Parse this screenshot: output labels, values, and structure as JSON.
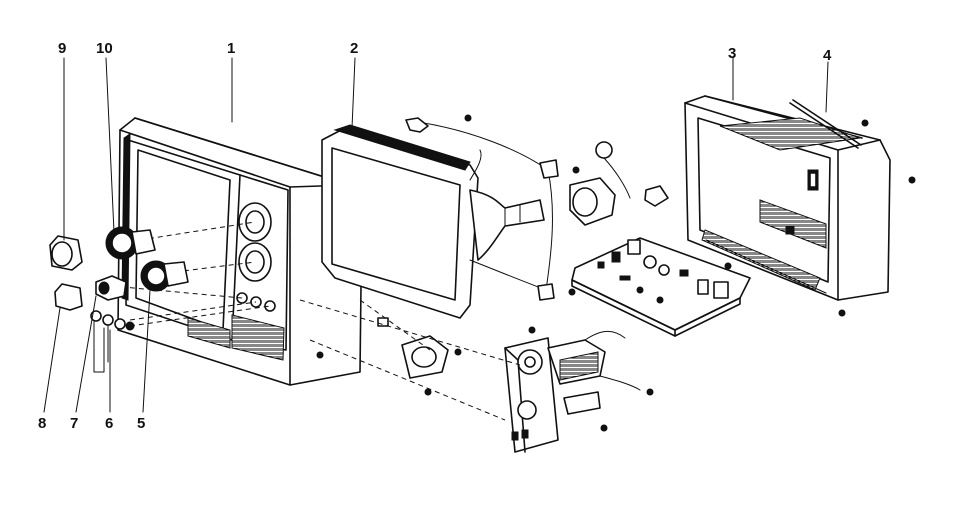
{
  "labels": {
    "l1": "1",
    "l2": "2",
    "l3": "3",
    "l4": "4",
    "l5": "5",
    "l6": "6",
    "l7": "7",
    "l8": "8",
    "l9": "9",
    "l10": "10"
  },
  "icons": {
    "front_cabinet": "tv-front-cabinet",
    "picture_tube": "crt-picture-tube",
    "back_cover": "rear-cabinet-cover",
    "antenna": "telescopic-antenna",
    "chassis": "circuit-board",
    "tuner": "tuner-assembly",
    "speaker": "speaker",
    "knobs": "control-knobs"
  }
}
